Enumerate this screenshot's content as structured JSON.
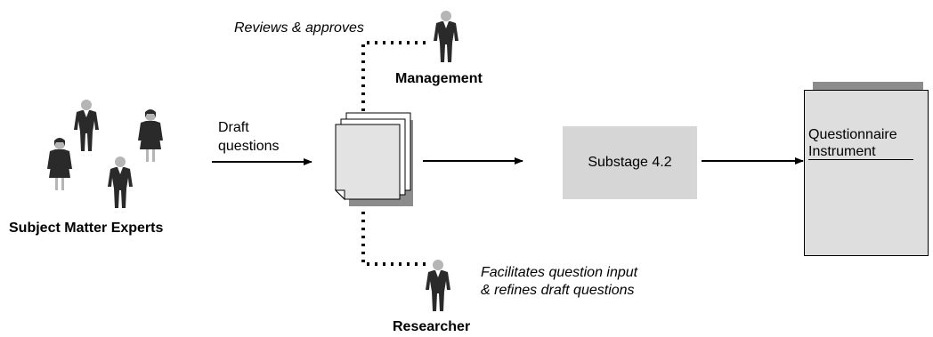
{
  "diagram": {
    "reviews_label": "Reviews & approves",
    "management_label": "Management",
    "draft_line1": "Draft",
    "draft_line2": "questions",
    "sme_label": "Subject Matter Experts",
    "substage_label": "Substage 4.2",
    "instrument_line1": "Questionnaire",
    "instrument_line2": "Instrument",
    "facilitates_line1": "Facilitates question input",
    "facilitates_line2": "& refines draft questions",
    "researcher_label": "Researcher"
  }
}
